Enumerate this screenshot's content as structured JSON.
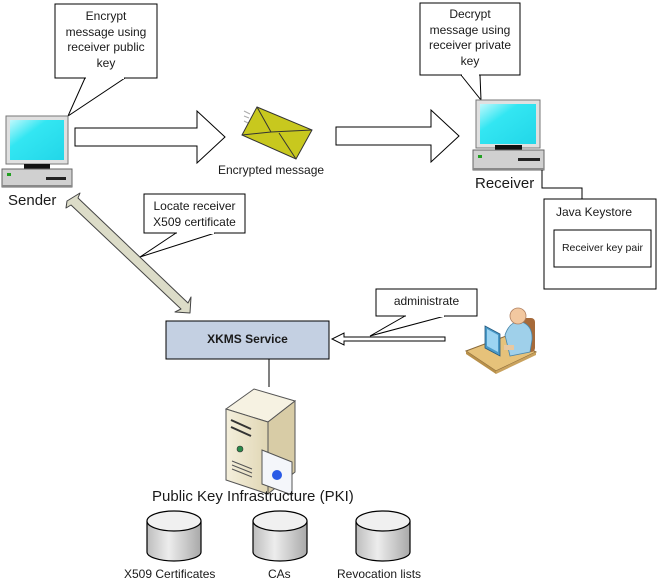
{
  "diagram": {
    "title": "XKMS key management flow",
    "callouts": {
      "encrypt": [
        "Encrypt",
        "message using",
        "receiver public",
        "key"
      ],
      "decrypt": [
        "Decrypt",
        "message using",
        "receiver private",
        "key"
      ],
      "locate": [
        "Locate receiver",
        "X509 certificate"
      ],
      "administrate": [
        "administrate"
      ]
    },
    "nodes": {
      "sender": "Sender",
      "receiver": "Receiver",
      "encrypted_message": "Encrypted message",
      "keystore_title": "Java Keystore",
      "keystore_item": "Receiver key pair",
      "xkms_service": "XKMS Service",
      "pki": "Public Key Infrastructure (PKI)"
    },
    "databases": [
      "X509 Certificates",
      "CAs",
      "Revocation lists"
    ],
    "colors": {
      "screen": "#33e6f2",
      "envelope": "#c8c81e",
      "xkms_fill": "#c4d0e2",
      "diag_arrow": "#dcdcc8"
    }
  }
}
